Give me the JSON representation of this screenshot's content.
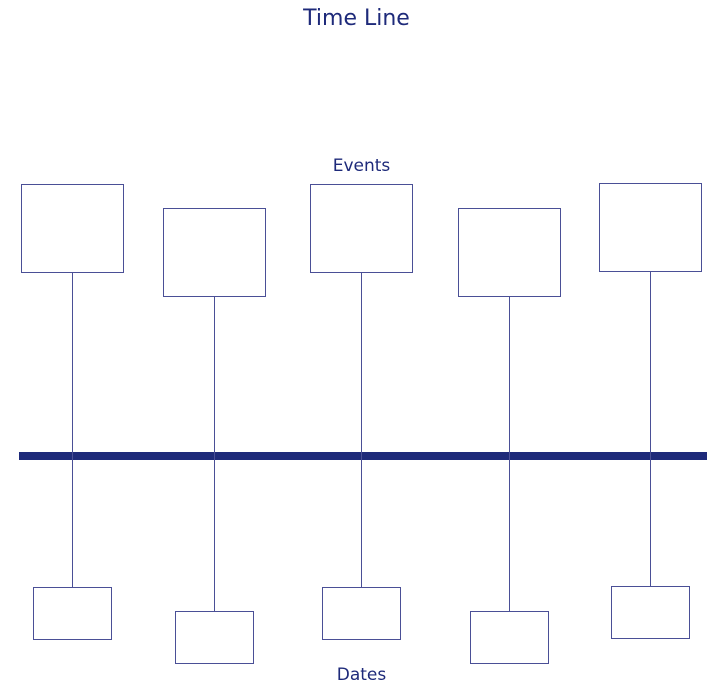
{
  "title": "Time Line",
  "events_label": "Events",
  "dates_label": "Dates",
  "colors": {
    "ink": "#1e2a7a",
    "line": "#4a4f96",
    "background": "#ffffff"
  },
  "events": [
    {
      "event_text": "",
      "date_text": ""
    },
    {
      "event_text": "",
      "date_text": ""
    },
    {
      "event_text": "",
      "date_text": ""
    },
    {
      "event_text": "",
      "date_text": ""
    },
    {
      "event_text": "",
      "date_text": ""
    }
  ]
}
